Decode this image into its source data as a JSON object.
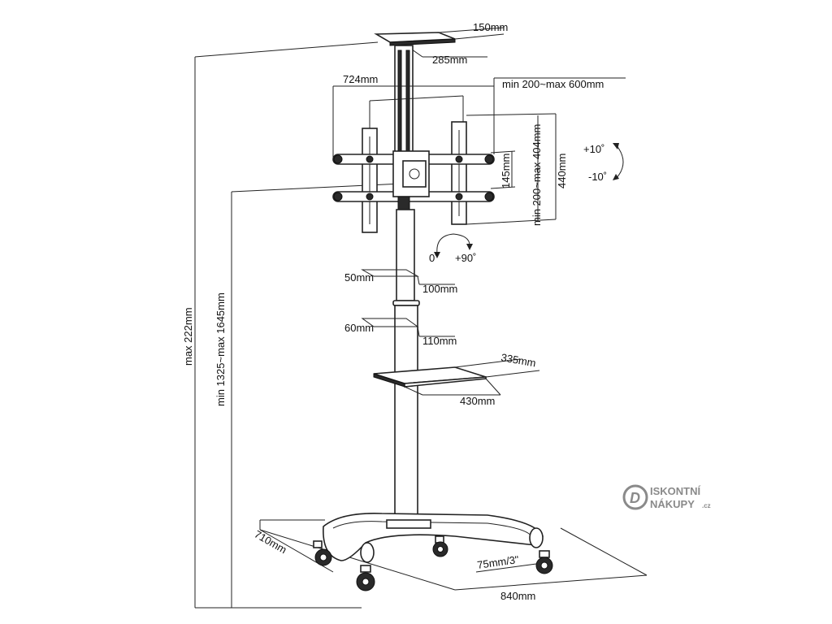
{
  "dimensions": {
    "top_plate_width": "150mm",
    "top_plate_depth": "285mm",
    "arm_width": "724mm",
    "vesa_horizontal": "min 200~max 600mm",
    "vesa_vertical": "min 200~max 404mm",
    "bracket_height": "440mm",
    "bracket_spacing": "145mm",
    "tilt_up": "+10˚",
    "tilt_down": "-10˚",
    "rotate_start": "0˚",
    "rotate_end": "+90˚",
    "upper_pole_depth": "50mm",
    "upper_pole_width": "100mm",
    "lower_pole_depth": "60mm",
    "lower_pole_width": "110mm",
    "shelf_depth": "335mm",
    "shelf_width": "430mm",
    "total_height": "max 222mm",
    "height_range": "min 1325~max 1645mm",
    "base_depth": "710mm",
    "wheel_size": "75mm/3\"",
    "base_width": "840mm"
  },
  "logo": {
    "line1": "ISKONTNÍ",
    "line2": "NÁKUPY",
    "suffix": ".cz",
    "letter": "D"
  },
  "colors": {
    "line": "#222222",
    "logo": "#8a8a8a"
  }
}
